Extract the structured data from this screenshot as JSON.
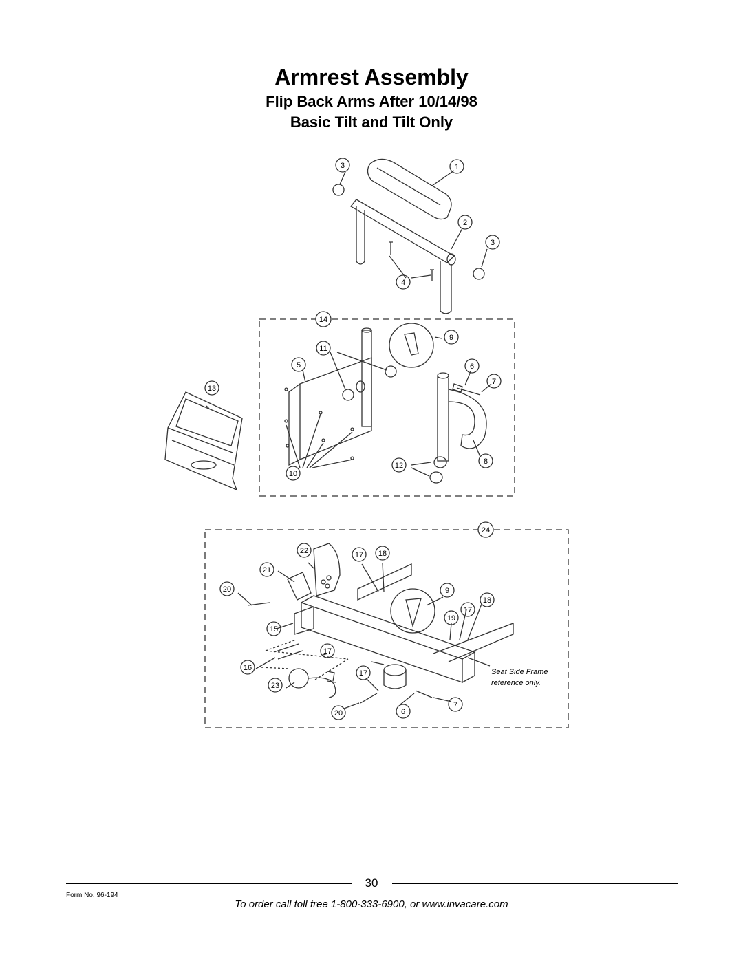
{
  "header": {
    "title": "Armrest Assembly",
    "subtitle1": "Flip Back Arms After 10/14/98",
    "subtitle2": "Basic Tilt and Tilt Only"
  },
  "callouts": {
    "armrest": [
      "3",
      "1",
      "2",
      "3",
      "4"
    ],
    "box14": [
      "14",
      "9",
      "11",
      "5",
      "6",
      "7",
      "13",
      "8",
      "12",
      "10"
    ],
    "box24": [
      "24",
      "22",
      "17",
      "18",
      "21",
      "20",
      "9",
      "18",
      "17",
      "19",
      "15",
      "17",
      "16",
      "17",
      "23",
      "20",
      "6",
      "7"
    ]
  },
  "seat_note": [
    "Seat Side Frame",
    "reference only."
  ],
  "footer": {
    "page_number": "30",
    "form_no": "Form No.  96-194",
    "order_text": "To order call toll free 1-800-333-6900, or www.invacare.com"
  }
}
